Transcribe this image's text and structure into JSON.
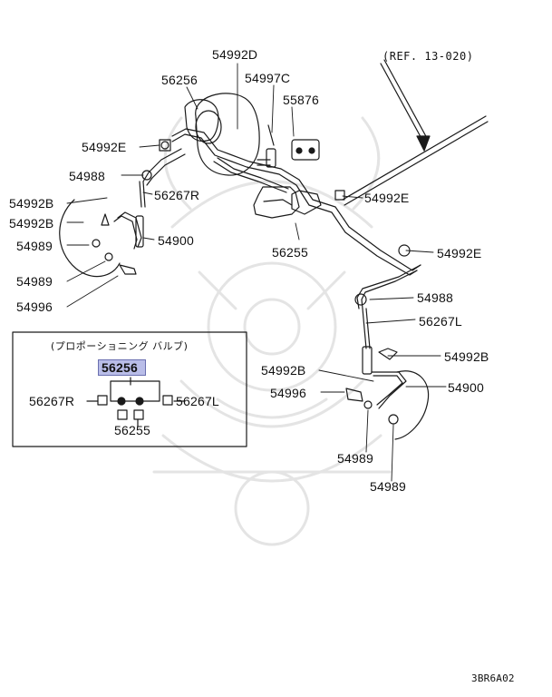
{
  "labels": {
    "l_54992D": "54992D",
    "l_ref": "(REF. 13-020)",
    "l_56256_top": "56256",
    "l_54997C": "54997C",
    "l_55876": "55876",
    "l_54992E_a": "54992E",
    "l_54988_left": "54988",
    "l_56267R_left": "56267R",
    "l_54992B_a": "54992B",
    "l_54992B_b": "54992B",
    "l_54989_a": "54989",
    "l_54900_left": "54900",
    "l_54989_b": "54989",
    "l_54996_left": "54996",
    "l_54992E_b": "54992E",
    "l_56255_mid": "56255",
    "l_54992E_c": "54992E",
    "l_54988_right": "54988",
    "l_56267L_right": "56267L",
    "l_54992B_right": "54992B",
    "l_54992B_mid": "54992B",
    "l_54900_right": "54900",
    "l_54996_right": "54996",
    "l_54989_c": "54989",
    "l_54989_d": "54989",
    "box_title": "(プロポーショニング バルブ)",
    "box_56256": "56256",
    "box_56267R": "56267R",
    "box_56267L": "56267L",
    "box_56255": "56255",
    "code": "3BR6A02"
  },
  "colors": {
    "line": "#1a1a1a",
    "highlight_bg": "#b9bde8",
    "watermark": "#000000"
  },
  "icons": [
    "samurai-helmet-watermark-icon"
  ]
}
